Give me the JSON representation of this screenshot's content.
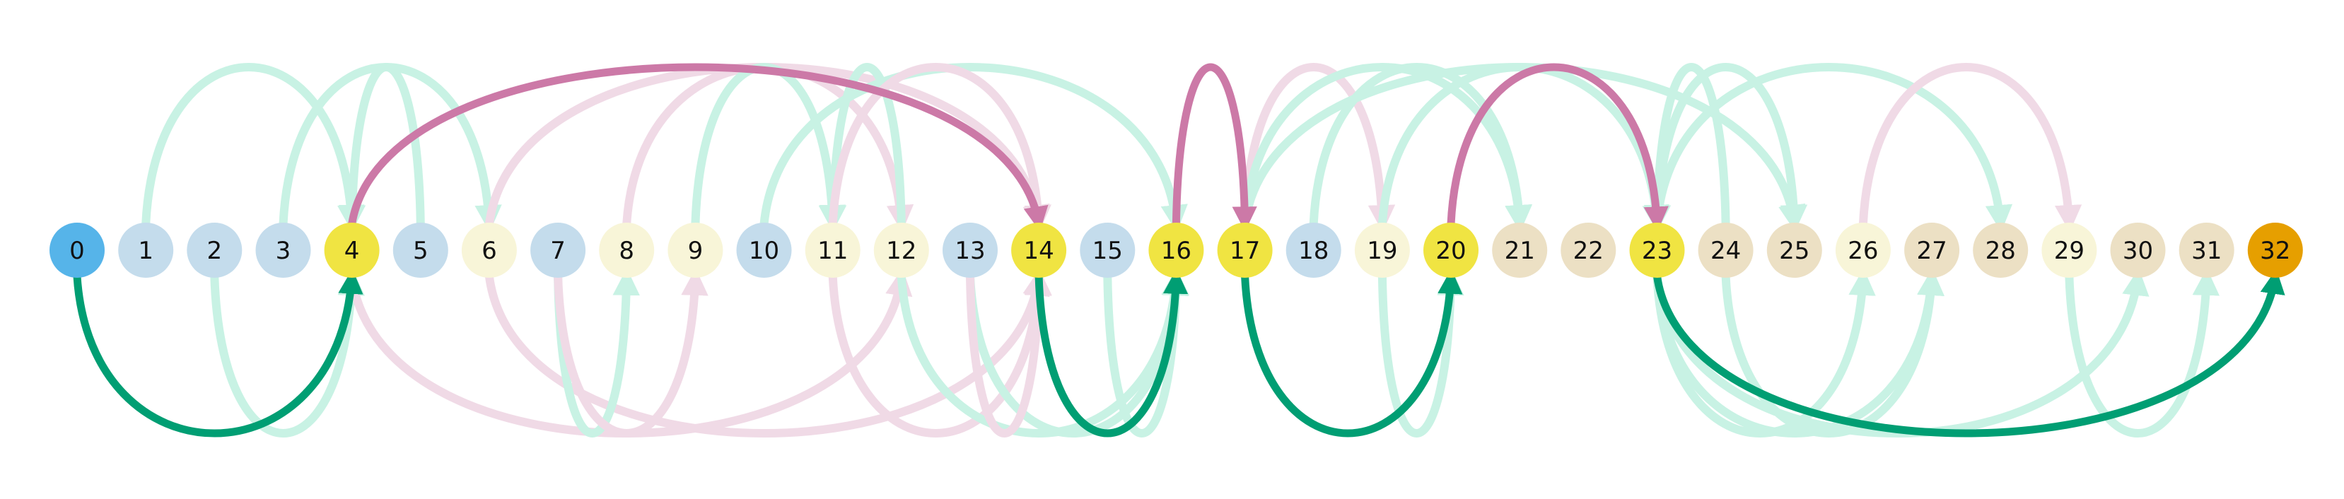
{
  "nodes": [
    {
      "label": "0",
      "color": "#56b4e9"
    },
    {
      "label": "1",
      "color": "#c4dcec"
    },
    {
      "label": "2",
      "color": "#c4dcec"
    },
    {
      "label": "3",
      "color": "#c4dcec"
    },
    {
      "label": "4",
      "color": "#f0e442"
    },
    {
      "label": "5",
      "color": "#c4dcec"
    },
    {
      "label": "6",
      "color": "#f8f5d8"
    },
    {
      "label": "7",
      "color": "#c4dcec"
    },
    {
      "label": "8",
      "color": "#f8f5d8"
    },
    {
      "label": "9",
      "color": "#f8f5d8"
    },
    {
      "label": "10",
      "color": "#c4dcec"
    },
    {
      "label": "11",
      "color": "#f8f5d8"
    },
    {
      "label": "12",
      "color": "#f8f5d8"
    },
    {
      "label": "13",
      "color": "#c4dcec"
    },
    {
      "label": "14",
      "color": "#f0e442"
    },
    {
      "label": "15",
      "color": "#c4dcec"
    },
    {
      "label": "16",
      "color": "#f0e442"
    },
    {
      "label": "17",
      "color": "#f0e442"
    },
    {
      "label": "18",
      "color": "#c4dcec"
    },
    {
      "label": "19",
      "color": "#f8f5d8"
    },
    {
      "label": "20",
      "color": "#f0e442"
    },
    {
      "label": "21",
      "color": "#ece0c4"
    },
    {
      "label": "22",
      "color": "#ece0c4"
    },
    {
      "label": "23",
      "color": "#f0e442"
    },
    {
      "label": "24",
      "color": "#ece0c4"
    },
    {
      "label": "25",
      "color": "#ece0c4"
    },
    {
      "label": "26",
      "color": "#f8f5d8"
    },
    {
      "label": "27",
      "color": "#ece0c4"
    },
    {
      "label": "28",
      "color": "#ece0c4"
    },
    {
      "label": "29",
      "color": "#f8f5d8"
    },
    {
      "label": "30",
      "color": "#ece0c4"
    },
    {
      "label": "31",
      "color": "#ece0c4"
    },
    {
      "label": "32",
      "color": "#e69f00"
    }
  ],
  "colors": {
    "path_up": "#cc79a7",
    "path_down": "#009e73",
    "faint_up": "#f0dae6",
    "faint_down": "#c8f2e4"
  },
  "edges": [
    {
      "from": 1,
      "to": 4,
      "kind": "faint_down",
      "side": "top"
    },
    {
      "from": 3,
      "to": 6,
      "kind": "faint_down",
      "side": "top"
    },
    {
      "from": 5,
      "to": 4,
      "kind": "faint_down",
      "side": "top"
    },
    {
      "from": 6,
      "to": 14,
      "kind": "faint_up",
      "side": "top"
    },
    {
      "from": 8,
      "to": 12,
      "kind": "faint_up",
      "side": "top"
    },
    {
      "from": 9,
      "to": 11,
      "kind": "faint_down",
      "side": "top"
    },
    {
      "from": 10,
      "to": 16,
      "kind": "faint_down",
      "side": "top"
    },
    {
      "from": 12,
      "to": 11,
      "kind": "faint_down",
      "side": "top"
    },
    {
      "from": 11,
      "to": 14,
      "kind": "faint_up",
      "side": "top"
    },
    {
      "from": 17,
      "to": 19,
      "kind": "faint_up",
      "side": "top"
    },
    {
      "from": 17,
      "to": 21,
      "kind": "faint_down",
      "side": "top"
    },
    {
      "from": 18,
      "to": 21,
      "kind": "faint_down",
      "side": "top"
    },
    {
      "from": 17,
      "to": 25,
      "kind": "faint_down",
      "side": "top"
    },
    {
      "from": 19,
      "to": 23,
      "kind": "faint_down",
      "side": "top"
    },
    {
      "from": 23,
      "to": 28,
      "kind": "faint_down",
      "side": "top"
    },
    {
      "from": 24,
      "to": 23,
      "kind": "faint_down",
      "side": "top"
    },
    {
      "from": 23,
      "to": 25,
      "kind": "faint_down",
      "side": "top"
    },
    {
      "from": 26,
      "to": 29,
      "kind": "faint_up",
      "side": "top"
    },
    {
      "from": 2,
      "to": 4,
      "kind": "faint_down",
      "side": "bottom"
    },
    {
      "from": 4,
      "to": 12,
      "kind": "faint_up",
      "side": "bottom"
    },
    {
      "from": 6,
      "to": 14,
      "kind": "faint_up",
      "side": "bottom"
    },
    {
      "from": 7,
      "to": 8,
      "kind": "faint_down",
      "side": "bottom"
    },
    {
      "from": 7,
      "to": 9,
      "kind": "faint_up",
      "side": "bottom"
    },
    {
      "from": 11,
      "to": 14,
      "kind": "faint_up",
      "side": "bottom"
    },
    {
      "from": 12,
      "to": 16,
      "kind": "faint_down",
      "side": "bottom"
    },
    {
      "from": 13,
      "to": 16,
      "kind": "faint_down",
      "side": "bottom"
    },
    {
      "from": 13,
      "to": 14,
      "kind": "faint_up",
      "side": "bottom"
    },
    {
      "from": 15,
      "to": 16,
      "kind": "faint_down",
      "side": "bottom"
    },
    {
      "from": 19,
      "to": 20,
      "kind": "faint_down",
      "side": "bottom"
    },
    {
      "from": 23,
      "to": 26,
      "kind": "faint_down",
      "side": "bottom"
    },
    {
      "from": 23,
      "to": 27,
      "kind": "faint_down",
      "side": "bottom"
    },
    {
      "from": 23,
      "to": 30,
      "kind": "faint_down",
      "side": "bottom"
    },
    {
      "from": 24,
      "to": 27,
      "kind": "faint_down",
      "side": "bottom"
    },
    {
      "from": 29,
      "to": 31,
      "kind": "faint_down",
      "side": "bottom"
    },
    {
      "from": 0,
      "to": 4,
      "kind": "path_down",
      "side": "bottom"
    },
    {
      "from": 4,
      "to": 14,
      "kind": "path_up",
      "side": "top"
    },
    {
      "from": 14,
      "to": 16,
      "kind": "path_down",
      "side": "bottom"
    },
    {
      "from": 16,
      "to": 17,
      "kind": "path_up",
      "side": "top"
    },
    {
      "from": 17,
      "to": 20,
      "kind": "path_down",
      "side": "bottom"
    },
    {
      "from": 20,
      "to": 23,
      "kind": "path_up",
      "side": "top"
    },
    {
      "from": 23,
      "to": 32,
      "kind": "path_down",
      "side": "bottom"
    }
  ]
}
